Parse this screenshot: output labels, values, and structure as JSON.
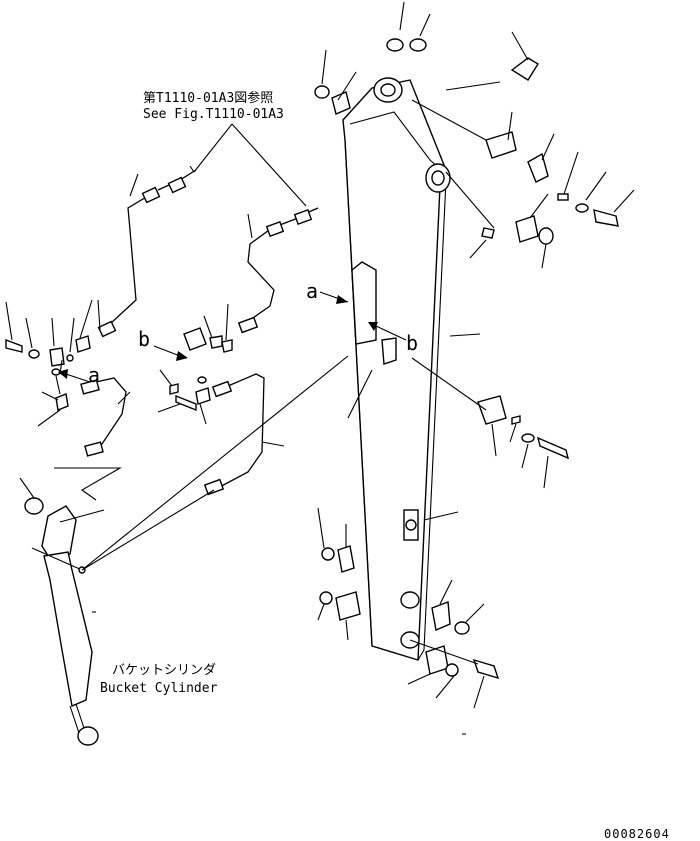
{
  "reference": {
    "japanese": "第T1110-01A3図参照",
    "english": "See Fig.T1110-01A3"
  },
  "callouts": {
    "a_top": "a",
    "a_left": "a",
    "b_left": "b",
    "b_right": "b"
  },
  "bucket_cylinder": {
    "japanese": "バケットシリンダ",
    "english": "Bucket Cylinder"
  },
  "drawing_number": "00082604"
}
